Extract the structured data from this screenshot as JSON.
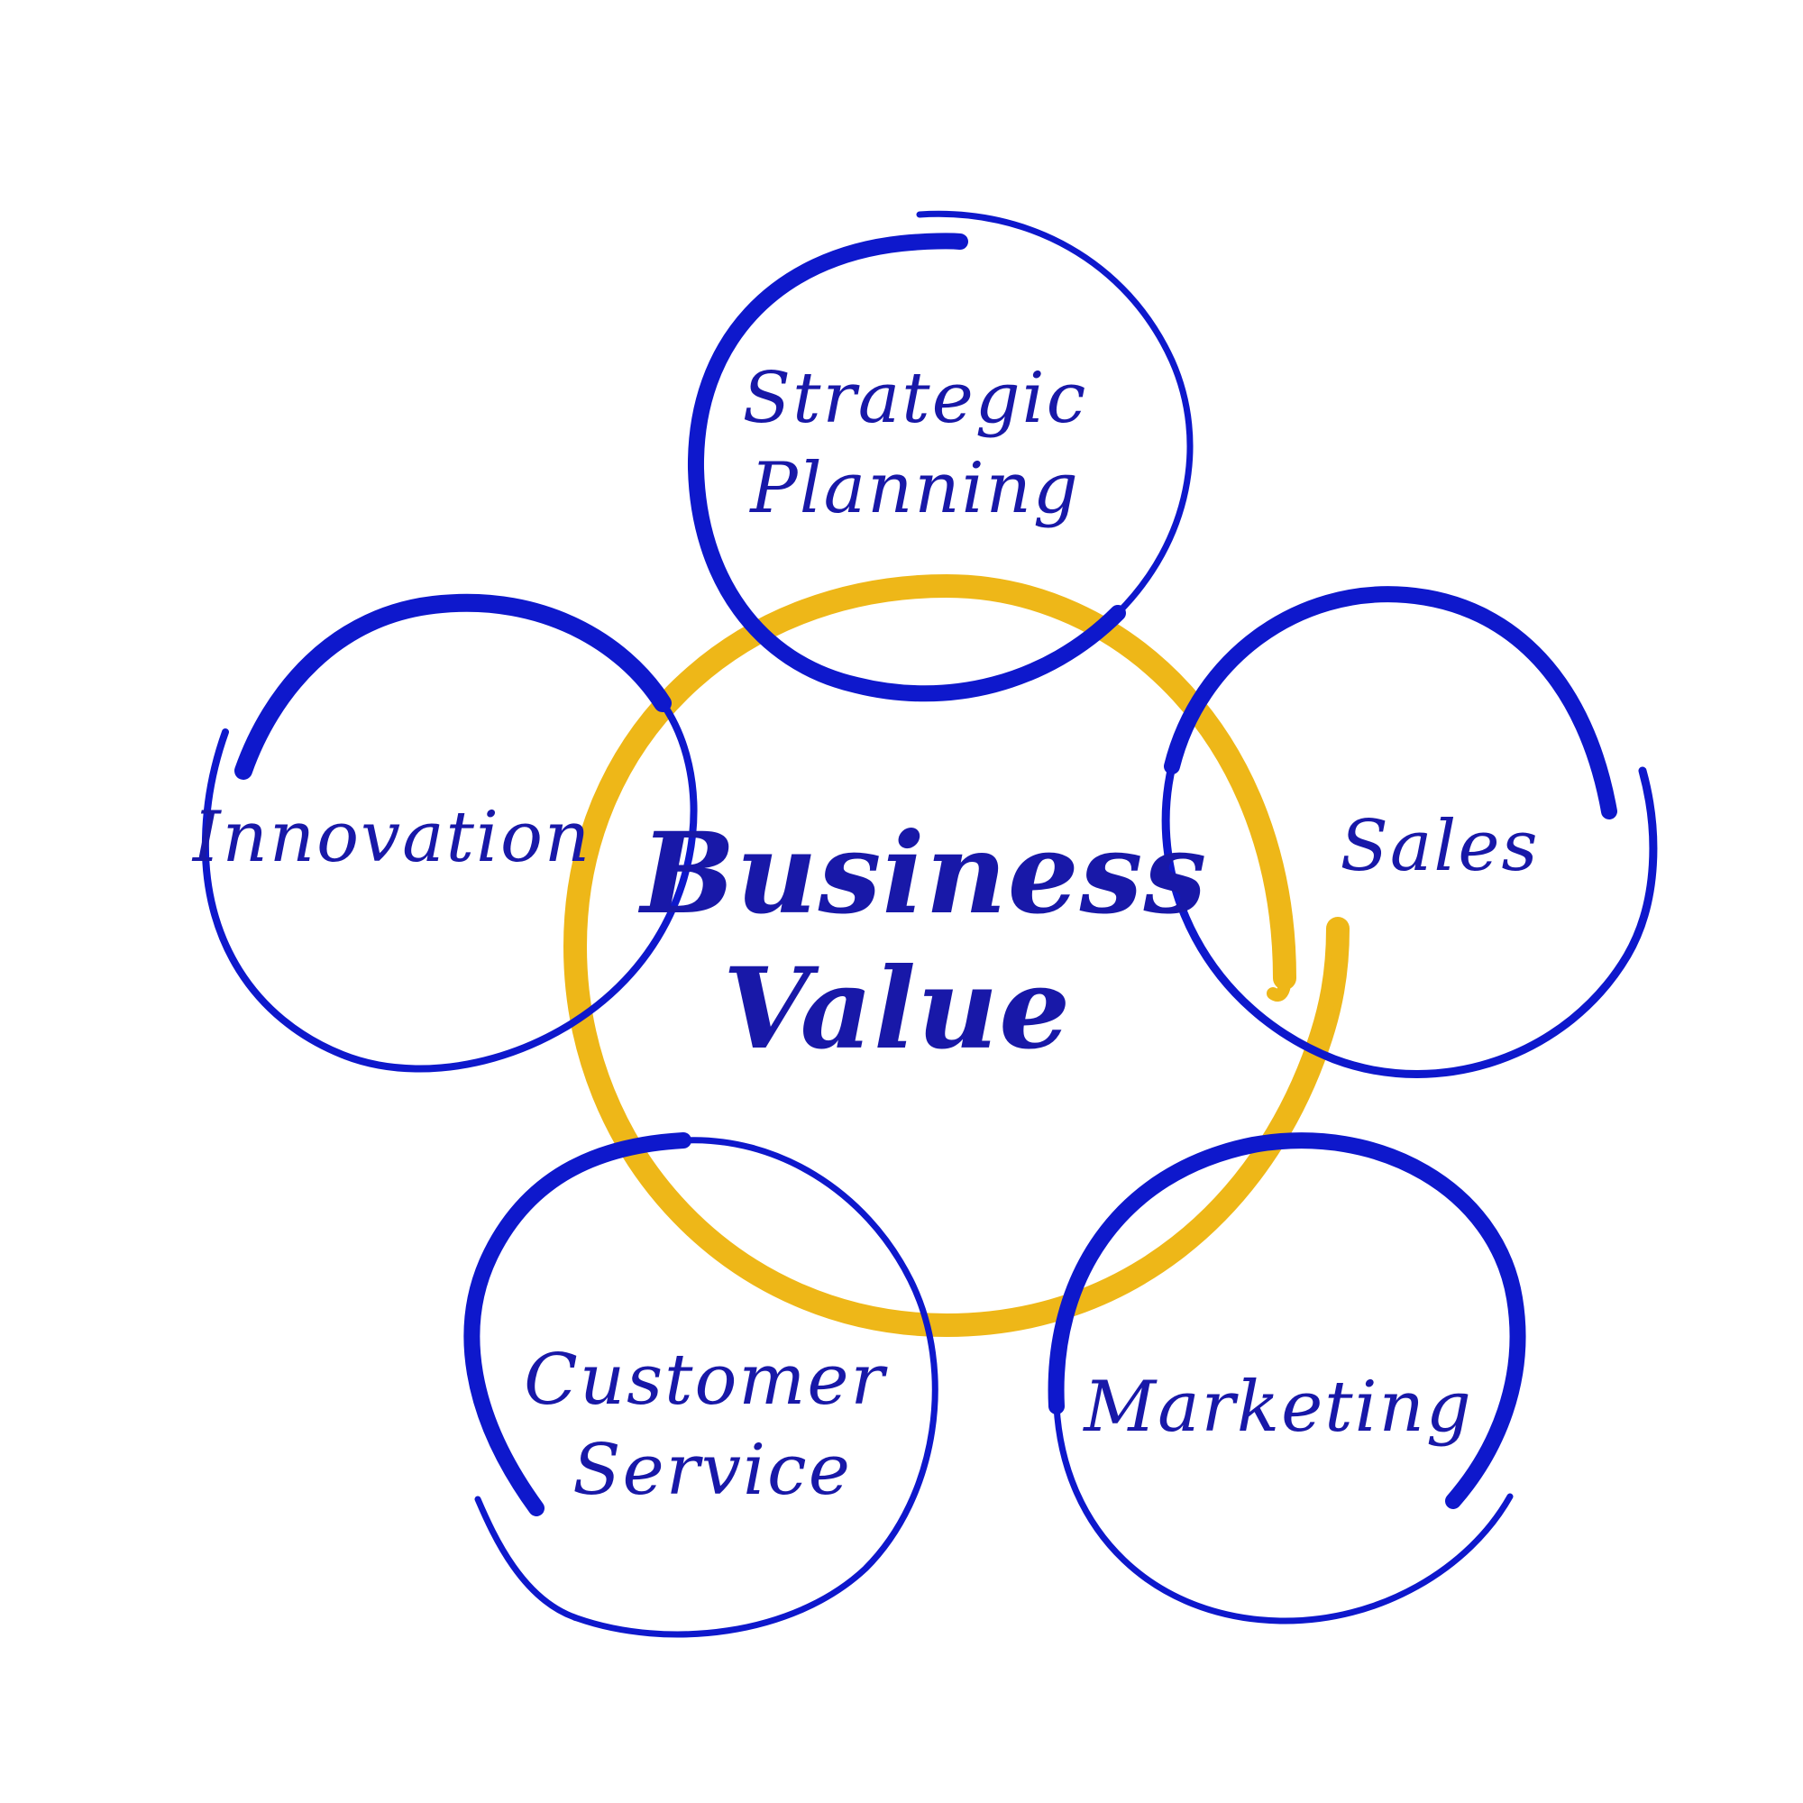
{
  "colors": {
    "outer_ring": "#0e18cc",
    "center_ring": "#eeb718",
    "text": "#1818a8",
    "background": "#ffffff"
  },
  "center": {
    "line1": "Business",
    "line2": "Value"
  },
  "nodes": {
    "strategic_planning": {
      "line1": "Strategic",
      "line2": "Planning"
    },
    "innovation": {
      "line1": "Innovation"
    },
    "sales": {
      "line1": "Sales"
    },
    "customer_service": {
      "line1": "Customer",
      "line2": "Service"
    },
    "marketing": {
      "line1": "Marketing"
    }
  }
}
